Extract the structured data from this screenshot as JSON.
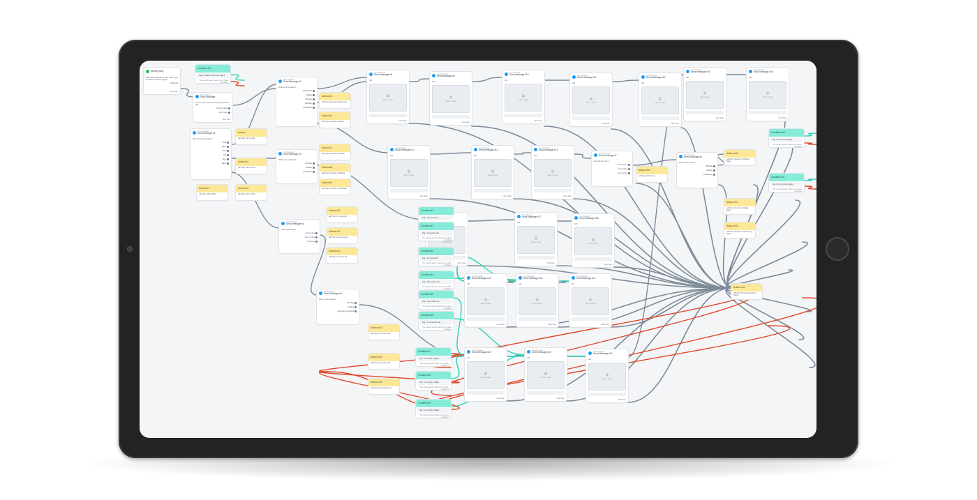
{
  "nodes": {
    "starting_step": {
      "title": "Starting Step",
      "text": "Start with the Welcome ask. Click to get one of the personal pages!",
      "option": "Let'll Start",
      "next": "Next Step"
    },
    "send_message_main": {
      "kind": "Send Message",
      "title": "Send Message",
      "text": "Let me know if you wish to get the perfect gift!",
      "options": [
        "Give it a Start",
        "I don't have"
      ],
      "next": "Next Step"
    },
    "send_message_1": {
      "kind": "Send Message",
      "title": "Send Message #1",
      "text": "Who are you buying for?",
      "options": [
        "Dad",
        "Mom",
        "Teen",
        "Girl",
        "Boy",
        "Baby"
      ],
      "next": "Next Step"
    },
    "send_message_2": {
      "kind": "Send Message",
      "title": "Send Message #2",
      "text": "What is the occasion?",
      "options": [
        "Retirement",
        "Holiday",
        "Birthday",
        "Wedding",
        "Graduation"
      ],
      "next": "Next Step"
    },
    "send_message_3": {
      "kind": "Send Message",
      "title": "Send Message #3",
      "text": "What is the occasion?",
      "options": [
        "Birthday",
        "Holiday",
        "Graduation"
      ],
      "next": "Next Step"
    },
    "send_message_4": {
      "kind": "Send Message",
      "title": "Send Message #4",
      "text": "How old are they?",
      "options": [
        "0-6 months",
        "6-12 months",
        "1-2 years"
      ],
      "next": "Next Step"
    },
    "send_message_5": {
      "kind": "Send Message",
      "title": "Send Message #5",
      "text": "What is the occasion?",
      "options": [
        "Birthday",
        "Holiday",
        "Just giving a present"
      ],
      "next": "Next Step"
    },
    "send_message_6": {
      "kind": "Send Message",
      "title": "Send Message #6",
      "text": "What is the occasion?",
      "options": [
        "Birthday",
        "Holiday",
        "Christening"
      ],
      "next": "Next Step"
    },
    "send_message_7": {
      "kind": "Send Message",
      "title": "Send Message #7",
      "text": "How old are they?",
      "options": [
        "0-6 months",
        "6-9 months",
        "9-12 months"
      ],
      "next": "Next Step"
    }
  },
  "gallery_nodes": [
    {
      "kind": "Send Message",
      "title": "Send Message #8",
      "text": "Gift",
      "image_caption": "Add an image",
      "next": "Next Step"
    },
    {
      "kind": "Send Message",
      "title": "Send Message #9",
      "text": "Gift",
      "image_caption": "Add an image",
      "next": "Next Step"
    },
    {
      "kind": "Send Message",
      "title": "Send Message #10",
      "text": "Gift",
      "image_caption": "Add an image",
      "next": "Next Step"
    },
    {
      "kind": "Send Message",
      "title": "Send Message #11",
      "text": "Gift",
      "image_caption": "Add an image",
      "next": "Next Step"
    },
    {
      "kind": "Send Message",
      "title": "Send Message #12",
      "text": "Gift",
      "image_caption": "Add an image",
      "next": "Next Step"
    },
    {
      "kind": "Send Message",
      "title": "Send Message #13",
      "text": "Gift",
      "image_caption": "Add an image",
      "next": "Next Step"
    },
    {
      "kind": "Send Message",
      "title": "Send Message #14",
      "text": "Gift",
      "image_caption": "Add an image",
      "next": "Next Step"
    },
    {
      "kind": "Send Message",
      "title": "Send Message #15",
      "text": "Gift",
      "image_caption": "Add an image",
      "next": "Next Step"
    },
    {
      "kind": "Send Message",
      "title": "Send Message #16",
      "text": "Gift",
      "image_caption": "Add an image",
      "next": "Next Step"
    },
    {
      "kind": "Send Message",
      "title": "Send Message #17",
      "text": "Gift",
      "image_caption": "Add an image",
      "next": "Next Step"
    },
    {
      "kind": "Send Message",
      "title": "Send Message #18",
      "text": "Gift",
      "image_caption": "Add an image",
      "next": "Next Step"
    },
    {
      "kind": "Send Message",
      "title": "Send Message #19",
      "text": "Gift",
      "image_caption": "Add an image",
      "next": "Next Step"
    },
    {
      "kind": "Send Message",
      "title": "Send Message #20",
      "text": "Gift",
      "image_caption": "Add an image",
      "next": "Next Step"
    },
    {
      "kind": "Send Message",
      "title": "Send Message #21",
      "text": "Gift",
      "image_caption": "Add an image",
      "next": "Next Step"
    },
    {
      "kind": "Send Message",
      "title": "Send Message #22",
      "text": "Gift",
      "image_caption": "Add an image",
      "next": "Next Step"
    },
    {
      "kind": "Send Message",
      "title": "Send Message #23",
      "text": "Gift",
      "image_caption": "Add an image",
      "next": "Next Step"
    },
    {
      "kind": "Send Message",
      "title": "Send Message #24",
      "text": "Gift",
      "image_caption": "Add an image",
      "next": "Next Step"
    },
    {
      "kind": "Send Message",
      "title": "Send Message #25",
      "text": "Gift",
      "image_caption": "Add an image",
      "next": "Next Step"
    },
    {
      "kind": "Send Message",
      "title": "Send Message #26",
      "text": "Gift",
      "image_caption": "Add an image",
      "next": "Next Step"
    }
  ],
  "action_nodes": [
    {
      "title": "Actions",
      "tag": "Add Tag: Gift for Dad"
    },
    {
      "title": "Actions #2",
      "tag": "Add Tag: Gift for Mom"
    },
    {
      "title": "Actions #3",
      "tag": "Add Tag: Gift for Teen"
    },
    {
      "title": "Actions #4",
      "tag": "Add Tag: Gift for Baby"
    },
    {
      "title": "Actions #5",
      "tag": "Add Tag: Occasion: Retirement"
    },
    {
      "title": "Actions #6",
      "tag": "Add Tag: Occasion: Holiday"
    },
    {
      "title": "Actions #7",
      "tag": "Add Tag: Occasion: Birthday"
    },
    {
      "title": "Actions #8",
      "tag": "Add Tag: Occasion: Wedding"
    },
    {
      "title": "Actions #9",
      "tag": "Add Tag: Occasion: Graduation"
    },
    {
      "title": "Actions #10",
      "tag": "Add Tag: 0-6 years old"
    },
    {
      "title": "Actions #11",
      "tag": "Add Tag: 6-12 years old"
    },
    {
      "title": "Actions #12",
      "tag": "Add Tag: 1-2 years old"
    },
    {
      "title": "Actions #13",
      "tag": "Add Tag: 0-6 months old"
    },
    {
      "title": "Actions #14",
      "tag": "Add Tag: 6-9 months old"
    },
    {
      "title": "Actions #15",
      "tag": "Add Tag: 9-12 months old"
    },
    {
      "title": "Actions #16",
      "tag": "Add Tag: Occasion: Birthday - Baby"
    },
    {
      "title": "Actions #17",
      "tag": "Add Tag: Occasion: Holiday - Baby"
    },
    {
      "title": "Actions #18",
      "tag": "Add Tag: Occasion: Christening - Baby"
    },
    {
      "title": "Actions #19",
      "tag": "Add Tag: Gift for Girl"
    },
    {
      "title": "Actions #20",
      "tag": "Add Tag: Product Gift Finder Step 3"
    }
  ],
  "condition_nodes": [
    {
      "title": "Condition #1",
      "rule": "Tag = 0-6 years old",
      "else": "The contact doesn't match any of these conditions"
    },
    {
      "title": "Condition #2",
      "rule": "Tag = 6-12 years old",
      "else": "The contact doesn't match any of these conditions"
    },
    {
      "title": "Condition #3",
      "rule": "Tag = 1-2 years old",
      "else": "The contact doesn't match any of these conditions"
    },
    {
      "title": "Condition #4",
      "rule": "Tag = 0-6 months old",
      "else": "The contact doesn't match any of these conditions"
    },
    {
      "title": "Condition #5",
      "rule": "Tag = 6-9 months old",
      "else": "The contact doesn't match any of these conditions"
    },
    {
      "title": "Condition #6",
      "rule": "Tag = 9-12 months old",
      "else": "The contact doesn't match any of these conditions"
    },
    {
      "title": "Condition #7",
      "rule": "Tag = 1-2 months (baby)",
      "else": "The contact doesn't match any of these conditions"
    },
    {
      "title": "Condition #8",
      "rule": "Tag = 2-3 months (baby)",
      "else": "The contact doesn't match any of these conditions"
    },
    {
      "title": "Condition #9",
      "rule": "Tag = 3-6 months (baby)",
      "else": "The contact doesn't match any of these conditions"
    },
    {
      "title": "Condition #10",
      "rule": "Tag = 6-9 months (baby)",
      "else": "The contact doesn't match any of these conditions"
    },
    {
      "title": "Condition #11",
      "rule": "Tag = 9-12 months (baby)",
      "else": "The contact doesn't match any of these conditions"
    },
    {
      "title": "Condition #12",
      "rule": "Tag = Product Gift Finder Step 2",
      "else": "The contact doesn't match any of these conditions"
    }
  ],
  "colors": {
    "screen_bg": "#f3f5f7",
    "line_gray": "#7d8a98",
    "line_teal": "#2fd3b4",
    "line_red": "#e2472a",
    "action_header": "#fde89a",
    "condition_header": "#86ecd9",
    "send_message_dot": "#1e9bf0",
    "start_dot": "#21c15c",
    "bezel": "#232323"
  }
}
